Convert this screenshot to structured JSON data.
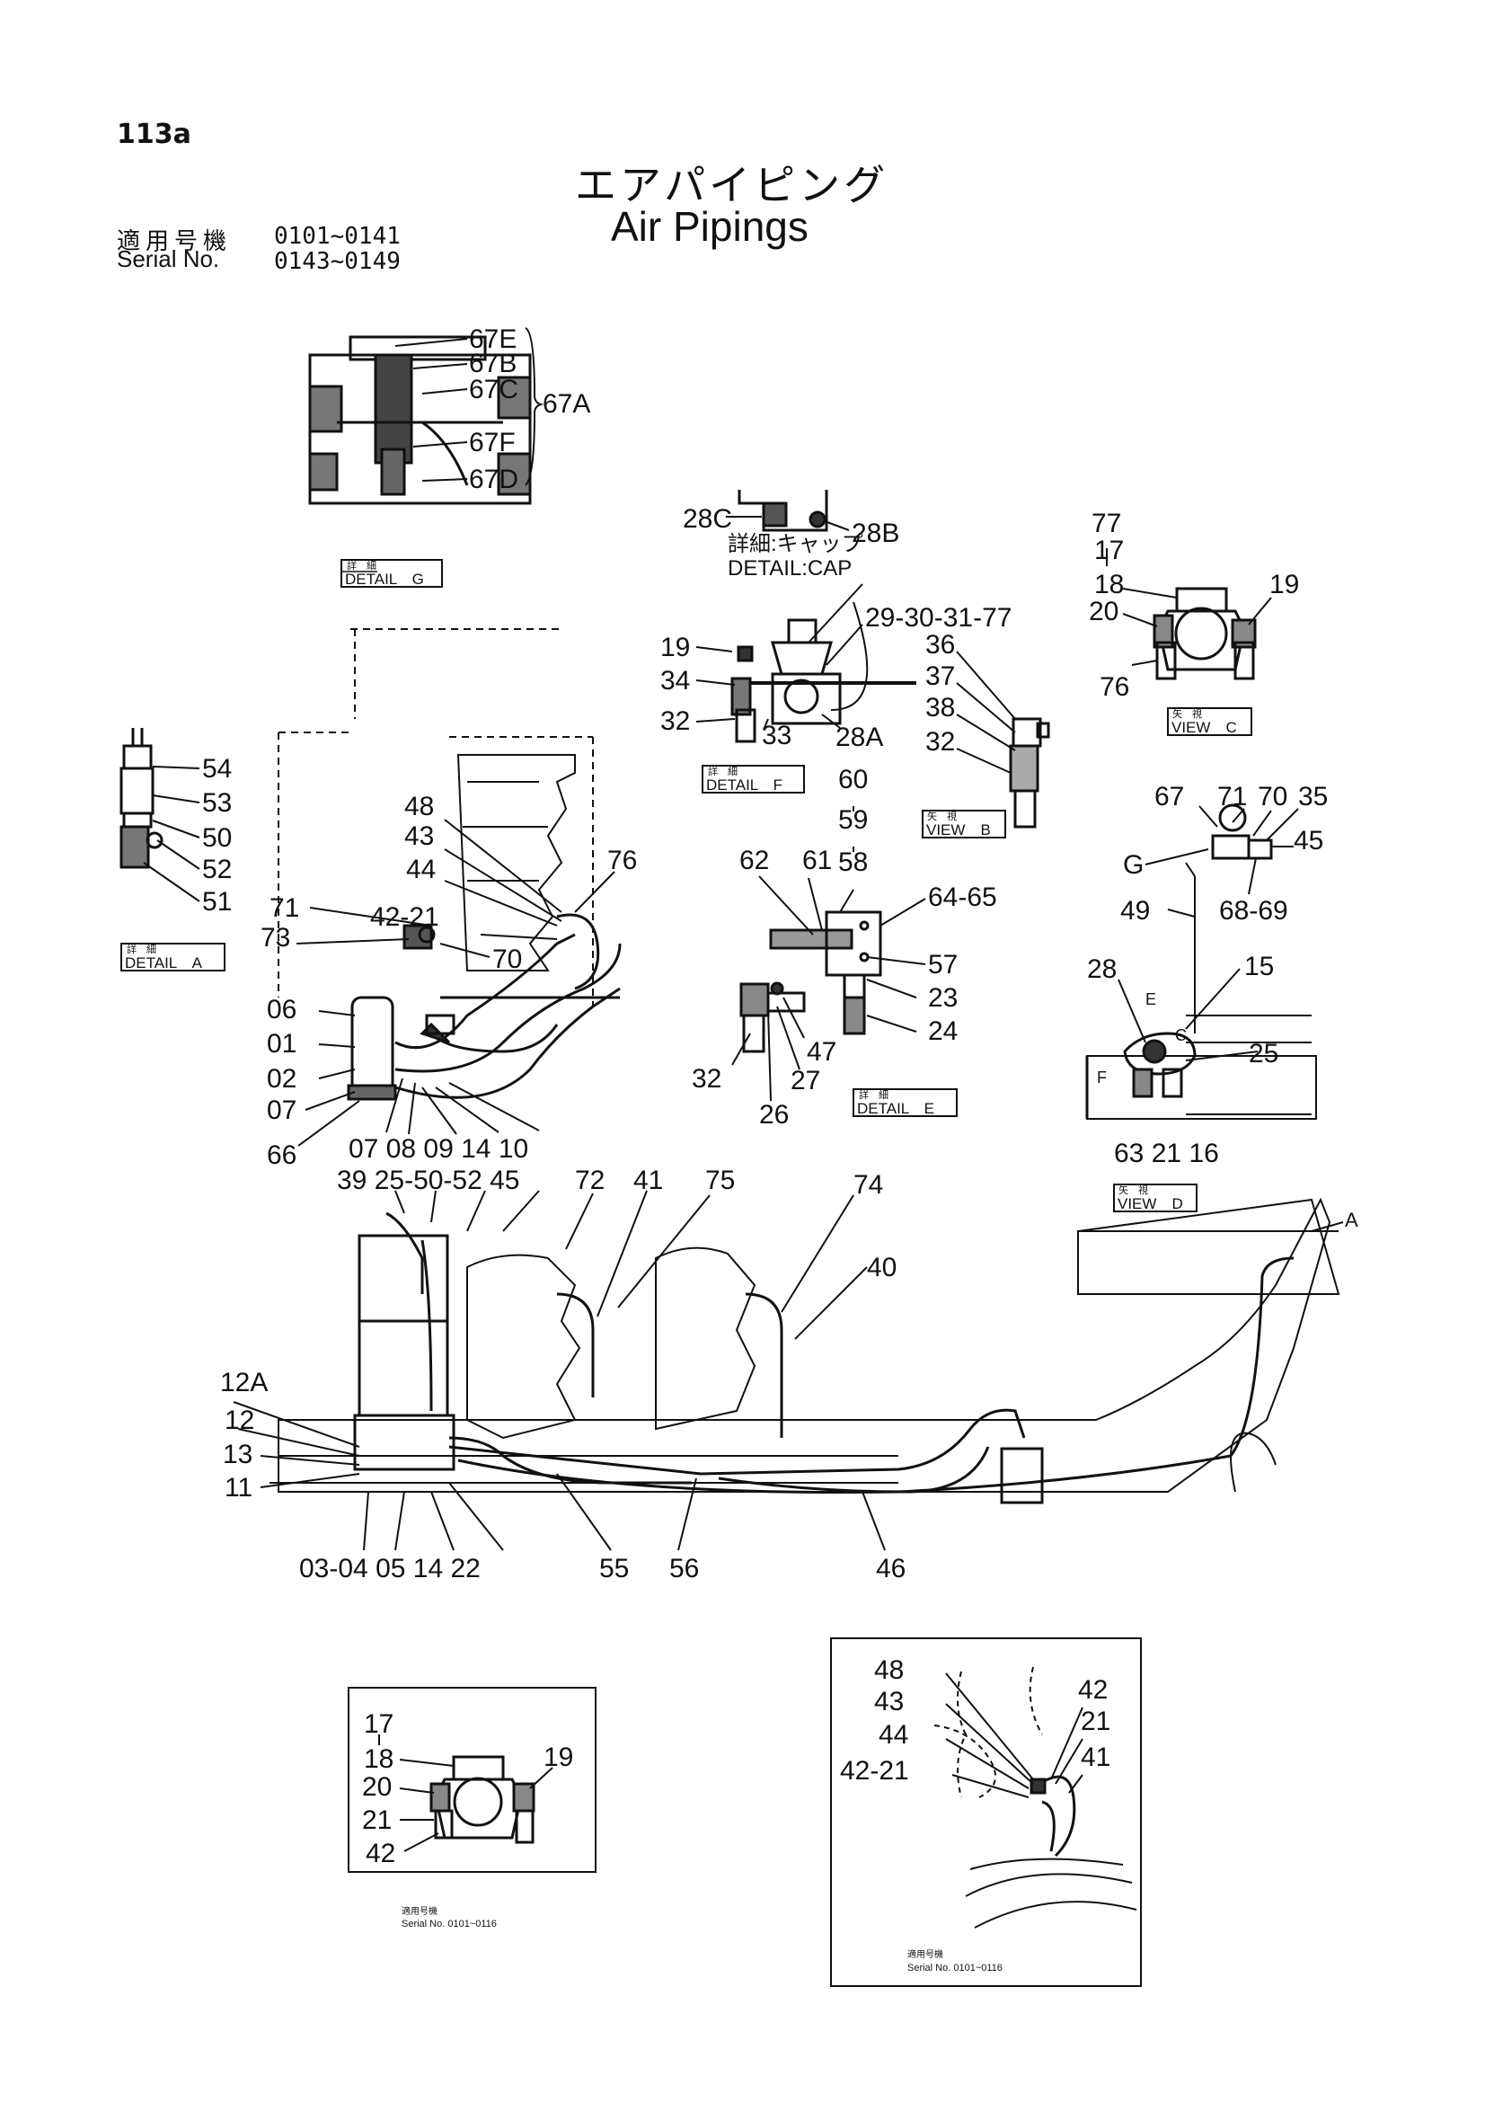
{
  "header": {
    "page_number": "113a",
    "title_jp": "エアパイピング",
    "title_en": "Air Pipings",
    "serial_label_jp": "適用号機",
    "serial_label_en": "Serial No.",
    "serial_range_1": "0101~0141",
    "serial_range_2": "0143~0149"
  },
  "callouts": {
    "c67E": "67E",
    "c67B": "67B",
    "c67C": "67C",
    "c67A": "67A",
    "c67F": "67F",
    "c67D": "67D",
    "c28C": "28C",
    "c28B": "28B",
    "cap_jp": "詳細:キャップ",
    "cap_en": "DETAIL:CAP",
    "c29": "29-30-31-77",
    "c19a": "19",
    "c34": "34",
    "c32a": "32",
    "c33": "33",
    "c28A": "28A",
    "c36": "36",
    "c37": "37",
    "c38": "38",
    "c32b": "32",
    "c77": "77",
    "c17": "17",
    "c18": "18",
    "c20": "20",
    "c19b": "19",
    "c76a": "76",
    "c54": "54",
    "c53": "53",
    "c50": "50",
    "c52": "52",
    "c51": "51",
    "c48": "48",
    "c43": "43",
    "c44": "44",
    "c76b": "76",
    "c71": "71",
    "c42_21": "42-21",
    "c73": "73",
    "c70": "70",
    "c06": "06",
    "c01": "01",
    "c02": "02",
    "c07": "07",
    "c66": "66",
    "row_low": "07 08  09  14  10",
    "c60": "60",
    "c59": "59",
    "c58": "58",
    "c62": "62",
    "c61": "61",
    "c64_65": "64-65",
    "c57": "57",
    "c23": "23",
    "c24": "24",
    "c32c": "32",
    "c47": "47",
    "c27": "27",
    "c26": "26",
    "c67": "67",
    "c71b": "71",
    "c70b": "70",
    "c35": "35",
    "cG": "G",
    "c45": "45",
    "c49": "49",
    "c68_69": "68-69",
    "c28": "28",
    "c15": "15",
    "cE": "E",
    "cC": "C",
    "c25": "25",
    "cF": "F",
    "row_d": "63  21 16",
    "row_top": "39  25-50-52  45",
    "c72": "72",
    "c41": "41",
    "c75": "75",
    "c74": "74",
    "c40": "40",
    "cA": "A",
    "c12A": "12A",
    "c12": "12",
    "c13": "13",
    "c11": "11",
    "row_bottom": "03-04  05  14  22",
    "c55": "55",
    "c56": "56",
    "c46": "46",
    "i17": "17",
    "i18": "18",
    "i20": "20",
    "i21": "21",
    "i42": "42",
    "i19": "19",
    "j48": "48",
    "j43": "43",
    "j44": "44",
    "j42_21": "42-21",
    "j42": "42",
    "j21": "21",
    "j41": "41"
  },
  "detail_labels": {
    "g_jp": "詳　細",
    "g_en": "DETAIL　G",
    "f_jp": "詳　細",
    "f_en": "DETAIL　F",
    "b_jp": "矢　視",
    "b_en": "VIEW　B",
    "c_jp": "矢　視",
    "c_en": "VIEW　C",
    "a_jp": "詳　細",
    "a_en": "DETAIL　A",
    "e_jp": "詳　細",
    "e_en": "DETAIL　E",
    "d_jp": "矢　視",
    "d_en": "VIEW　D"
  },
  "inset_notes": {
    "left_jp": "適用号機",
    "left_en": "Serial  No.  0101~0116",
    "right_jp": "適用号機",
    "right_en": "Serial  No.  0101~0116"
  }
}
